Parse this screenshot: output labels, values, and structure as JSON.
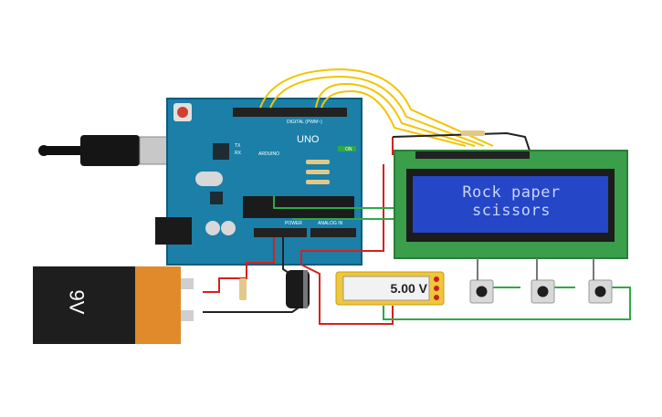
{
  "circuit": {
    "lcd": {
      "line1": "Rock paper",
      "line2": "scissors"
    },
    "multimeter": {
      "reading": "5.00 V"
    },
    "battery": {
      "label": "9V"
    },
    "arduino": {
      "model": "UNO",
      "brand": "ARDUINO",
      "digital_header_label": "DIGITAL (PWM~)",
      "power_label": "POWER",
      "analog_label": "ANALOG IN",
      "tx_label": "TX",
      "rx_label": "RX",
      "on_label": "ON"
    },
    "colors": {
      "board": "#1b7fa8",
      "lcd_pcb": "#3a9e4a",
      "lcd_screen": "#2446c7",
      "wire_yellow": "#f2c500",
      "wire_red": "#d62020",
      "wire_green": "#2fa84a",
      "wire_black": "#222222",
      "battery_body": "#1e1e1e",
      "battery_cap": "#e08a2c"
    }
  }
}
